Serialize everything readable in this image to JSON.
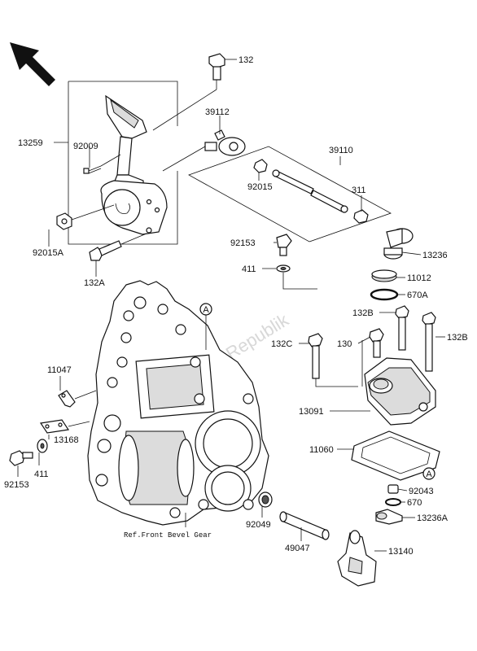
{
  "parts": {
    "p132": "132",
    "p39112": "39112",
    "p13259": "13259",
    "p92009": "92009",
    "p39110": "39110",
    "p92015": "92015",
    "p311": "311",
    "p92015A": "92015A",
    "p132A": "132A",
    "p92153_top": "92153",
    "p13236": "13236",
    "p411_top": "411",
    "p11012": "11012",
    "p670A": "670A",
    "p132B_left": "132B",
    "p132C": "132C",
    "p130": "130",
    "p132B_right": "132B",
    "p11047": "11047",
    "p13091": "13091",
    "p13168": "13168",
    "p11060": "11060",
    "p411_bottom": "411",
    "p92153_bottom": "92153",
    "p92043": "92043",
    "p670": "670",
    "p13236A": "13236A",
    "p92049": "92049",
    "p49047": "49047",
    "p13140": "13140"
  },
  "reference_marks": {
    "circle_a": "A"
  },
  "reference_note": "Ref.Front Bevel Gear",
  "watermark": "PartsRepublik",
  "icons": {
    "direction": "front-direction-arrow-icon"
  }
}
